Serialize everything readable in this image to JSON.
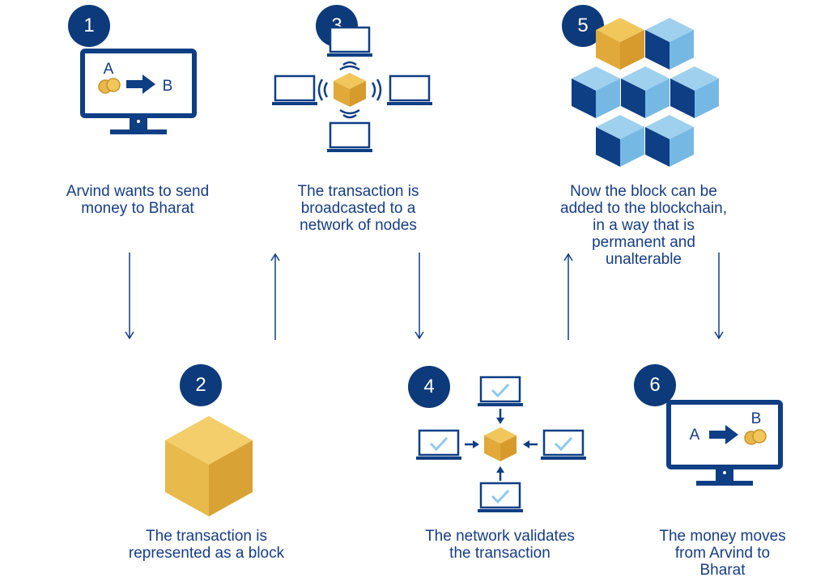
{
  "steps": [
    {
      "number": "1",
      "caption": "Arvind wants to send\nmoney to Bharat",
      "labels": {
        "from": "A",
        "to": "B"
      }
    },
    {
      "number": "2",
      "caption": "The transaction is\nrepresented as a block"
    },
    {
      "number": "3",
      "caption": "The transaction is\nbroadcasted to a\nnetwork of nodes"
    },
    {
      "number": "4",
      "caption": "The network validates\nthe transaction"
    },
    {
      "number": "5",
      "caption": "Now the block can be\nadded to the blockchain,\nin a way that is\npermanent and\nunalterable"
    },
    {
      "number": "6",
      "caption": "The money moves\nfrom Arvind to\nBharat",
      "labels": {
        "from": "A",
        "to": "B"
      }
    }
  ],
  "colors": {
    "navy": "#0d3a7a",
    "text": "#163d84",
    "gold": "#e9b84a",
    "light_blue": "#9fd0ee",
    "dark_blue": "#0e3e84"
  }
}
